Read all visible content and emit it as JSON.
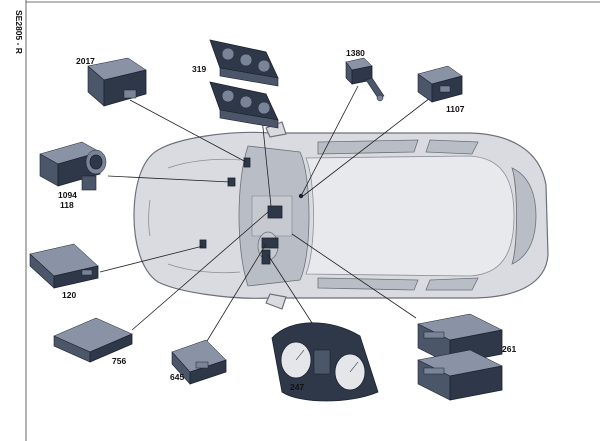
{
  "reference": "SE2805 - R",
  "labels": {
    "l2017": "2017",
    "l319": "319",
    "l1380": "1380",
    "l1107": "1107",
    "l1094": "1094",
    "l118": "118",
    "l120": "120",
    "l756": "756",
    "l645": "645",
    "l247": "247",
    "l261": "261"
  }
}
